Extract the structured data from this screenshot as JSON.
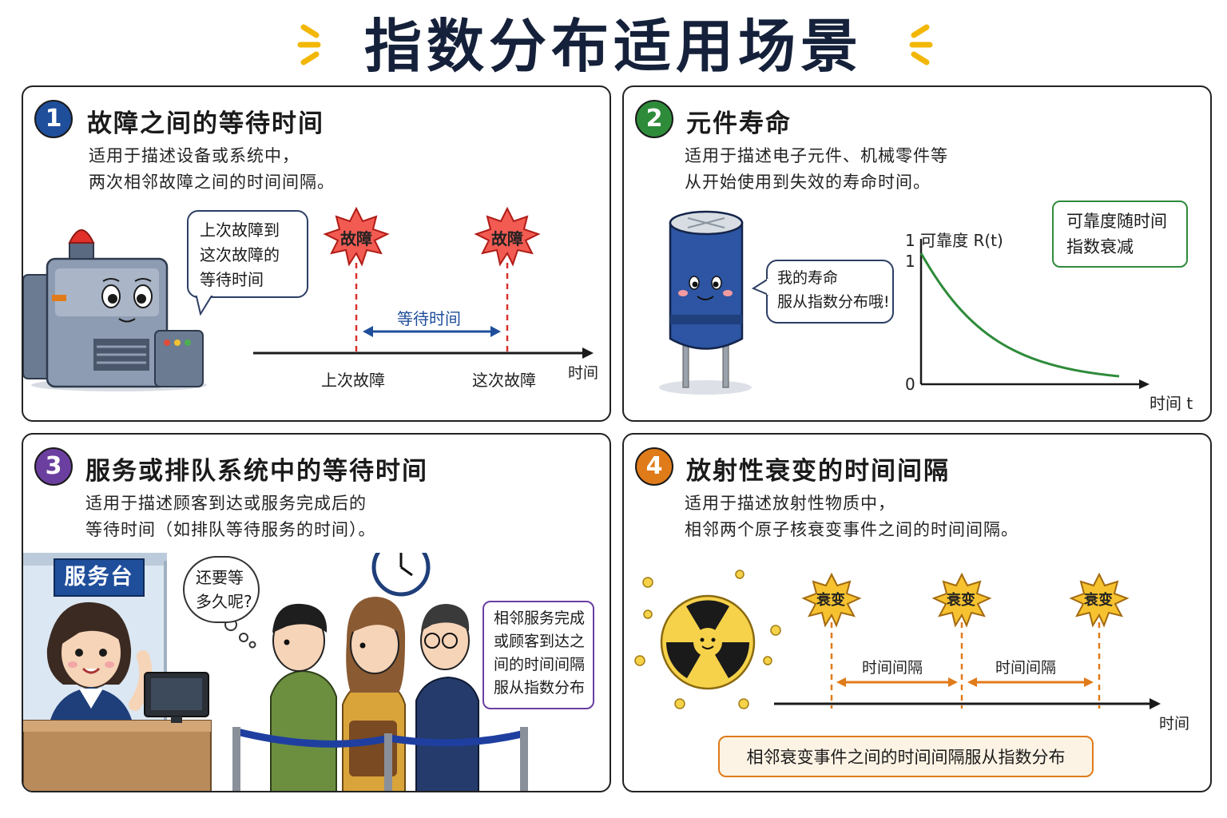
{
  "title": "指数分布适用场景",
  "colors": {
    "blue": "#1f4e9b",
    "green": "#2e8b3a",
    "purple": "#6b3fa0",
    "orange": "#e07b1a",
    "red": "#d9302c",
    "curve": "#2e8b3a"
  },
  "panels": [
    {
      "number": "1",
      "title": "故障之间的等待时间",
      "desc": [
        "适用于描述设备或系统中，",
        "两次相邻故障之间的时间间隔。"
      ],
      "bubble": [
        "上次故障到",
        "这次故障的",
        "等待时间"
      ],
      "burst_label": "故障",
      "wait_label": "等待时间",
      "last_label": "上次故障",
      "this_label": "这次故障",
      "axis_label": "时间"
    },
    {
      "number": "2",
      "title": "元件寿命",
      "desc": [
        "适用于描述电子元件、机械零件等",
        "从开始使用到失效的寿命时间。"
      ],
      "bubble": [
        "我的寿命",
        "服从指数分布哦!"
      ],
      "y_axis_label": "1 可靠度 R(t)",
      "y_one": "1",
      "y_zero": "0",
      "x_axis_label": "时间 t",
      "note": [
        "可靠度随时间",
        "指数衰减"
      ]
    },
    {
      "number": "3",
      "title": "服务或排队系统中的等待时间",
      "desc": [
        "适用于描述顾客到达或服务完成后的",
        "等待时间（如排队等待服务的时间）。"
      ],
      "desk_sign": "服务台",
      "thought": [
        "还要等",
        "多久呢?"
      ],
      "note": [
        "相邻服务完成",
        "或顾客到达之",
        "间的时间间隔",
        "服从指数分布"
      ]
    },
    {
      "number": "4",
      "title": "放射性衰变的时间间隔",
      "desc": [
        "适用于描述放射性物质中，",
        "相邻两个原子核衰变事件之间的时间间隔。"
      ],
      "burst_label": "衰变",
      "interval_label": "时间间隔",
      "axis_label": "时间",
      "note": "相邻衰变事件之间的时间间隔服从指数分布"
    }
  ]
}
